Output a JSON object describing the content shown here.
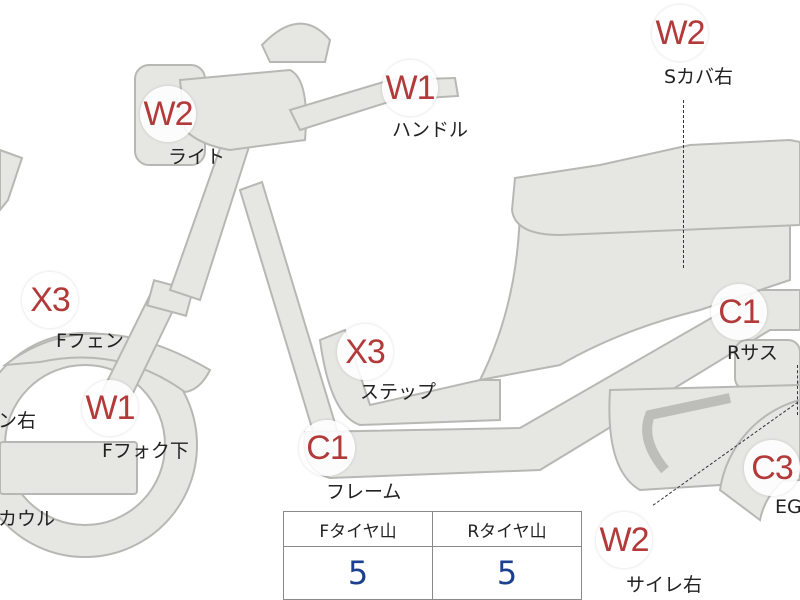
{
  "inspection": [
    {
      "id": "headlight",
      "code": "W2",
      "label": "ライト"
    },
    {
      "id": "handlebar",
      "code": "W1",
      "label": "ハンドル"
    },
    {
      "id": "side-cover-right",
      "code": "W2",
      "label": "Sカバ右"
    },
    {
      "id": "front-fender",
      "code": "X3",
      "label": "Fフェン"
    },
    {
      "id": "front-fork-lower",
      "code": "W1",
      "label": "Fフォク下"
    },
    {
      "id": "step",
      "code": "X3",
      "label": "ステップ"
    },
    {
      "id": "frame",
      "code": "C1",
      "label": "フレーム"
    },
    {
      "id": "rear-suspension",
      "code": "C1",
      "label": "Rサス"
    },
    {
      "id": "engine",
      "code": "C3",
      "label": "EG"
    },
    {
      "id": "muffler-right",
      "code": "W2",
      "label": "サイレ右"
    },
    {
      "id": "partial-left-upper",
      "code": "",
      "label": "ン右"
    },
    {
      "id": "partial-left-lower",
      "code": "",
      "label": "カウル"
    }
  ],
  "tread_table": {
    "headers": [
      "Fタイヤ山",
      "Rタイヤ山"
    ],
    "values": [
      "5",
      "5"
    ]
  },
  "colors": {
    "code_text": "#b23a3a",
    "value_text": "#1d3f8f",
    "part_fill": "#e6e6e3",
    "part_stroke": "#b7b7b3"
  }
}
